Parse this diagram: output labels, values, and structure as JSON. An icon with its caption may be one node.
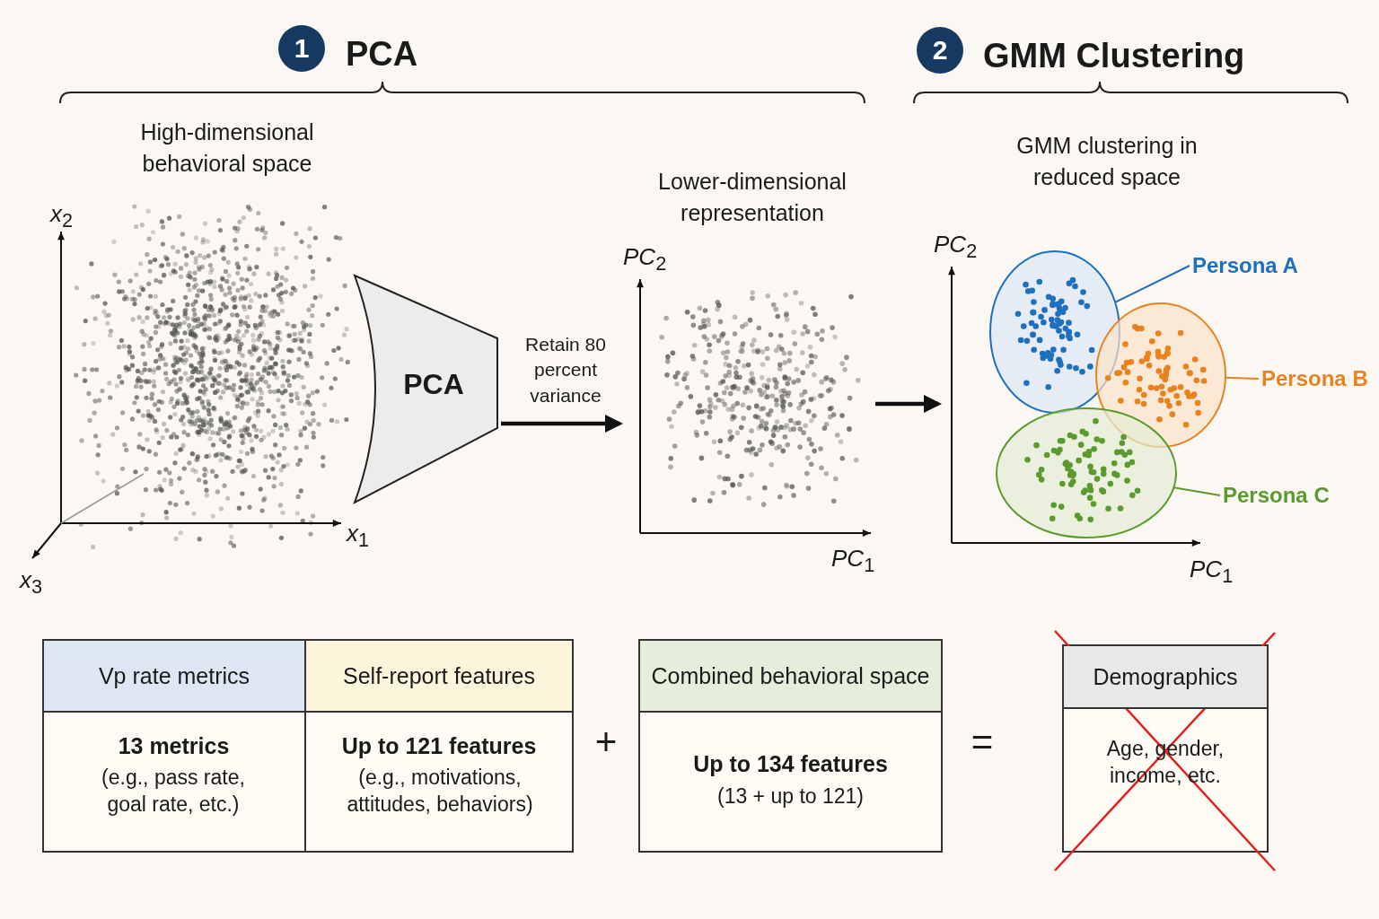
{
  "diagram": {
    "nodes": [
      {
        "text": [
          "High-dimensional behavioral space"
        ]
      },
      {
        "text": [
          "PCA"
        ]
      },
      {
        "text": [
          "Lower-dimensional representation"
        ]
      },
      {
        "text": [
          "GMM clustering in reduced space"
        ]
      },
      {
        "text": [],
        "shape": "circle",
        "in": 3
      },
      {
        "text": [],
        "shape": "circle",
        "in": 3
      },
      {
        "text": [],
        "shape": "circle",
        "in": 3
      },
      {
        "text": [
          "Persona A"
        ]
      },
      {
        "text": [
          "Persona B"
        ]
      },
      {
        "text": [
          "Persona C"
        ]
      }
    ],
    "edges": [
      {
        "from": 1,
        "to": 2,
        "arrow": "to",
        "label": "Retain 80 percent variance",
        "style": "thick"
      },
      {
        "from": 2,
        "to": 3,
        "arrow": "to",
        "style": "thick"
      },
      {
        "from": 7,
        "to": 4,
        "arrow": "none",
        "color": "#1f6fbf"
      },
      {
        "from": 8,
        "to": 5,
        "arrow": "none",
        "color": "#e8821e"
      },
      {
        "from": 9,
        "to": 6,
        "arrow": "none",
        "color": "#5a9a2e"
      }
    ],
    "labels": [
      "1",
      "PCA",
      "2",
      "GMM Clustering",
      "*x*$_{2}$",
      "*x*$_{1}$",
      "*x*$_{3}$",
      "*PC*$_{2}$",
      "*PC*$_{1}$",
      "*PC*$_{2}$",
      "*PC*$_{1}$",
      "Vp rate metrics",
      "Self-report features",
      "13 metrics",
      "(e.g., pass rate, goal rate, etc.)",
      "Up to 121 features",
      "(e.g., motivations, attitudes, behaviors)",
      "+",
      "Combined behavioral space",
      "Up to 134 features",
      "(13 + up to 121)",
      "=",
      "Demographics",
      "Age, gender, income, etc."
    ]
  }
}
